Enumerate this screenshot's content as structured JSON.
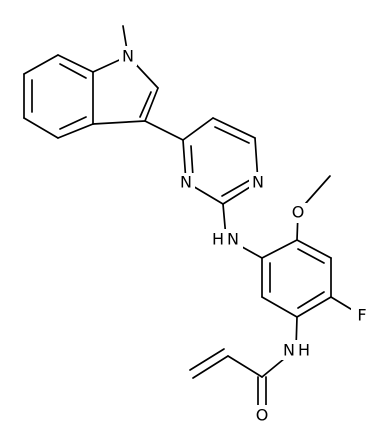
{
  "molecule": {
    "atom_labels": {
      "n_indole": "N",
      "n_pyr_left": "N",
      "n_pyr_right": "N",
      "o_methoxy": "O",
      "n_amine": "N",
      "h_amine": "H",
      "f": "F",
      "n_amide": "N",
      "h_amide": "H",
      "o_carbonyl": "O"
    }
  },
  "colors": {
    "bond": "#000000",
    "label": "#000000",
    "background": "#ffffff"
  }
}
